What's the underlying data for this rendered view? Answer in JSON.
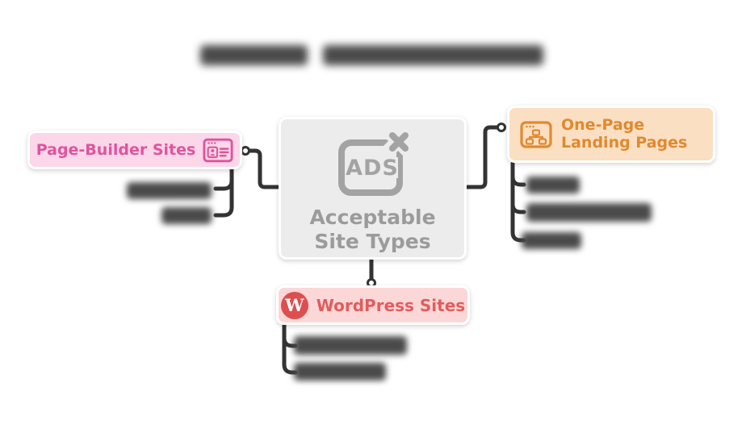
{
  "title": {
    "redacted": true
  },
  "center_node": {
    "label": "Acceptable Site Types",
    "icon": "ads-blocked-icon",
    "bg": "#ececec",
    "text_color": "#9b9b9b",
    "ads_text": "ADS"
  },
  "branches": [
    {
      "id": "page-builder",
      "label": "Page-Builder Sites",
      "icon": "browser-profile-icon",
      "bg": "#fbd7e9",
      "text_color": "#df549d",
      "children": [
        {
          "redacted": true
        },
        {
          "redacted": true
        }
      ]
    },
    {
      "id": "one-page-landing",
      "label": "One-Page Landing Pages",
      "icon": "sitemap-window-icon",
      "bg": "#fbdfc2",
      "text_color": "#e1892f",
      "children": [
        {
          "redacted": true
        },
        {
          "redacted": true
        },
        {
          "redacted": true
        }
      ]
    },
    {
      "id": "wordpress",
      "label": "WordPress Sites",
      "icon": "wordpress-icon",
      "bg": "#fcd7d7",
      "text_color": "#e25c5c",
      "initial": "W",
      "children": [
        {
          "redacted": true
        },
        {
          "redacted": true
        }
      ]
    }
  ],
  "connector_color": "#333333",
  "page_background": "#ffffff"
}
